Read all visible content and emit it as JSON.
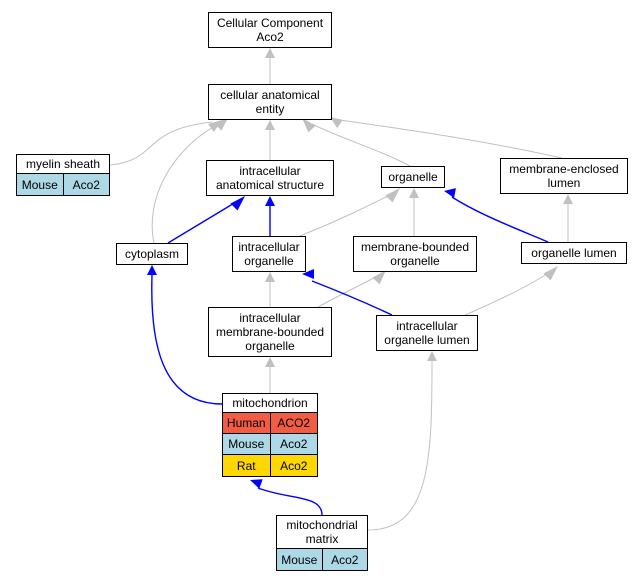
{
  "nodes": {
    "cellular_component": {
      "label": "Cellular Component\nAco2"
    },
    "cellular_anatomical_entity": {
      "label": "cellular anatomical\nentity"
    },
    "myelin_sheath": {
      "label": "myelin sheath",
      "rows": [
        {
          "species": "Mouse",
          "gene": "Aco2"
        }
      ]
    },
    "intracellular_anatomical_structure": {
      "label": "intracellular\nanatomical structure"
    },
    "organelle": {
      "label": "organelle"
    },
    "membrane_enclosed_lumen": {
      "label": "membrane-enclosed\nlumen"
    },
    "cytoplasm": {
      "label": "cytoplasm"
    },
    "intracellular_organelle": {
      "label": "intracellular\norganelle"
    },
    "membrane_bounded_organelle": {
      "label": "membrane-bounded\norganelle"
    },
    "organelle_lumen": {
      "label": "organelle lumen"
    },
    "intracellular_membrane_bounded_organelle": {
      "label": "intracellular\nmembrane-bounded\norganelle"
    },
    "intracellular_organelle_lumen": {
      "label": "intracellular\norganelle lumen"
    },
    "mitochondrion": {
      "label": "mitochondrion",
      "rows": [
        {
          "species": "Human",
          "gene": "ACO2"
        },
        {
          "species": "Mouse",
          "gene": "Aco2"
        },
        {
          "species": "Rat",
          "gene": "Aco2"
        }
      ]
    },
    "mitochondrial_matrix": {
      "label": "mitochondrial\nmatrix",
      "rows": [
        {
          "species": "Mouse",
          "gene": "Aco2"
        }
      ]
    }
  },
  "species_colors": {
    "Human": "#f25c45",
    "Mouse": "#add8e6",
    "Rat": "#ffd700"
  },
  "edge_colors": {
    "is_a": "#c0c0c0",
    "part_of": "#0000ff"
  }
}
